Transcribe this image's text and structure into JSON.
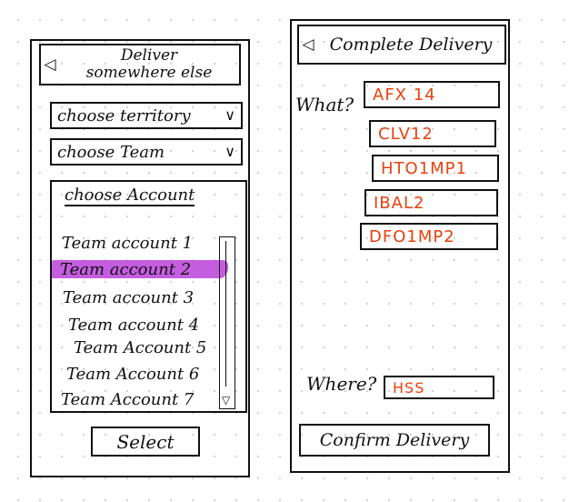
{
  "left_screen": {
    "header": {
      "line1": "Deliver",
      "line2": "somewhere else"
    },
    "territory_select": {
      "label": "choose territory",
      "chevron": "chevron-down-icon"
    },
    "team_select": {
      "label": "choose Team",
      "chevron": "chevron-down-icon"
    },
    "account_select": {
      "label": "choose Account",
      "chevron": "chevron-down-icon",
      "items": [
        "Team account 1",
        "Team account 2",
        "Team account 3",
        "Team account 4",
        "Team Account 5",
        "Team Account 6",
        "Team Account 7"
      ],
      "highlighted_index": 1
    },
    "select_button": "Select"
  },
  "right_screen": {
    "header": "Complete Delivery",
    "what_label": "What?",
    "items": [
      "AFX 14",
      "CLV12",
      "HTO1MP1",
      "IBAL2",
      "DFO1MP2"
    ],
    "where_label": "Where?",
    "where_value": "HSS",
    "confirm_button": "Confirm Delivery"
  },
  "colors": {
    "highlight": "#c55de0",
    "item_text": "#e8410f",
    "ink": "#111111"
  }
}
